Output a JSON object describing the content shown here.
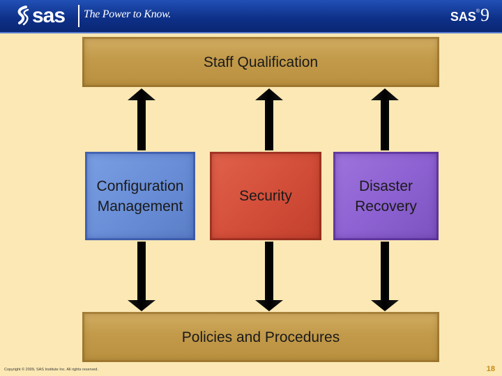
{
  "header": {
    "logo_text": "sas",
    "tagline": "The Power to Know.",
    "product_name": "SAS",
    "product_reg": "®",
    "product_version": "9"
  },
  "diagram": {
    "top": "Staff Qualification",
    "bottom": "Policies and Procedures",
    "tiles": [
      {
        "label": "Configuration\nManagement"
      },
      {
        "label": "Security"
      },
      {
        "label": "Disaster\nRecovery"
      }
    ]
  },
  "footer": {
    "copyright": "Copyright © 2009, SAS Institute Inc. All rights reserved.",
    "page_number": "18"
  },
  "colors": {
    "header": "#0d2f86",
    "background": "#fbe8b4",
    "bar": "#c29a4a",
    "configuration": "#6a8fd8",
    "security": "#d44f3a",
    "disaster": "#8e62d2"
  }
}
